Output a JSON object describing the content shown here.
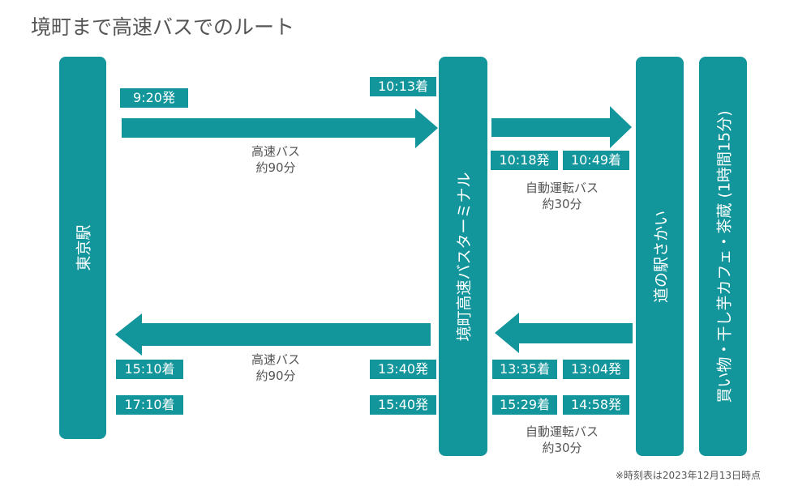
{
  "title": "境町まで高速バスでのルート",
  "columns": {
    "tokyo": "東京駅",
    "terminal": "境町高速バスターミナル",
    "michinoeki": "道の駅さかい",
    "shopping": "買い物・干し芋カフェ・茶蔵 (1時間15分)"
  },
  "outbound": {
    "depart_tokyo": "9:20発",
    "arrive_terminal": "10:13着",
    "bus_caption": [
      "高速バス",
      "約90分"
    ],
    "depart_terminal": "10:18発",
    "arrive_michinoeki": "10:49着",
    "auto_caption": [
      "自動運転バス",
      "約30分"
    ]
  },
  "return": {
    "arrive_tokyo_1": "15:10着",
    "arrive_tokyo_2": "17:10着",
    "bus_caption": [
      "高速バス",
      "約90分"
    ],
    "depart_terminal_1": "13:40発",
    "depart_terminal_2": "15:40発",
    "arrive_terminal_1": "13:35着",
    "arrive_terminal_2": "15:29着",
    "depart_michinoeki_1": "13:04発",
    "depart_michinoeki_2": "14:58発",
    "auto_caption": [
      "自動運転バス",
      "約30分"
    ]
  },
  "footnote": "※時刻表は2023年12月13日時点",
  "colors": {
    "accent": "#12969c",
    "text": "#555555"
  }
}
